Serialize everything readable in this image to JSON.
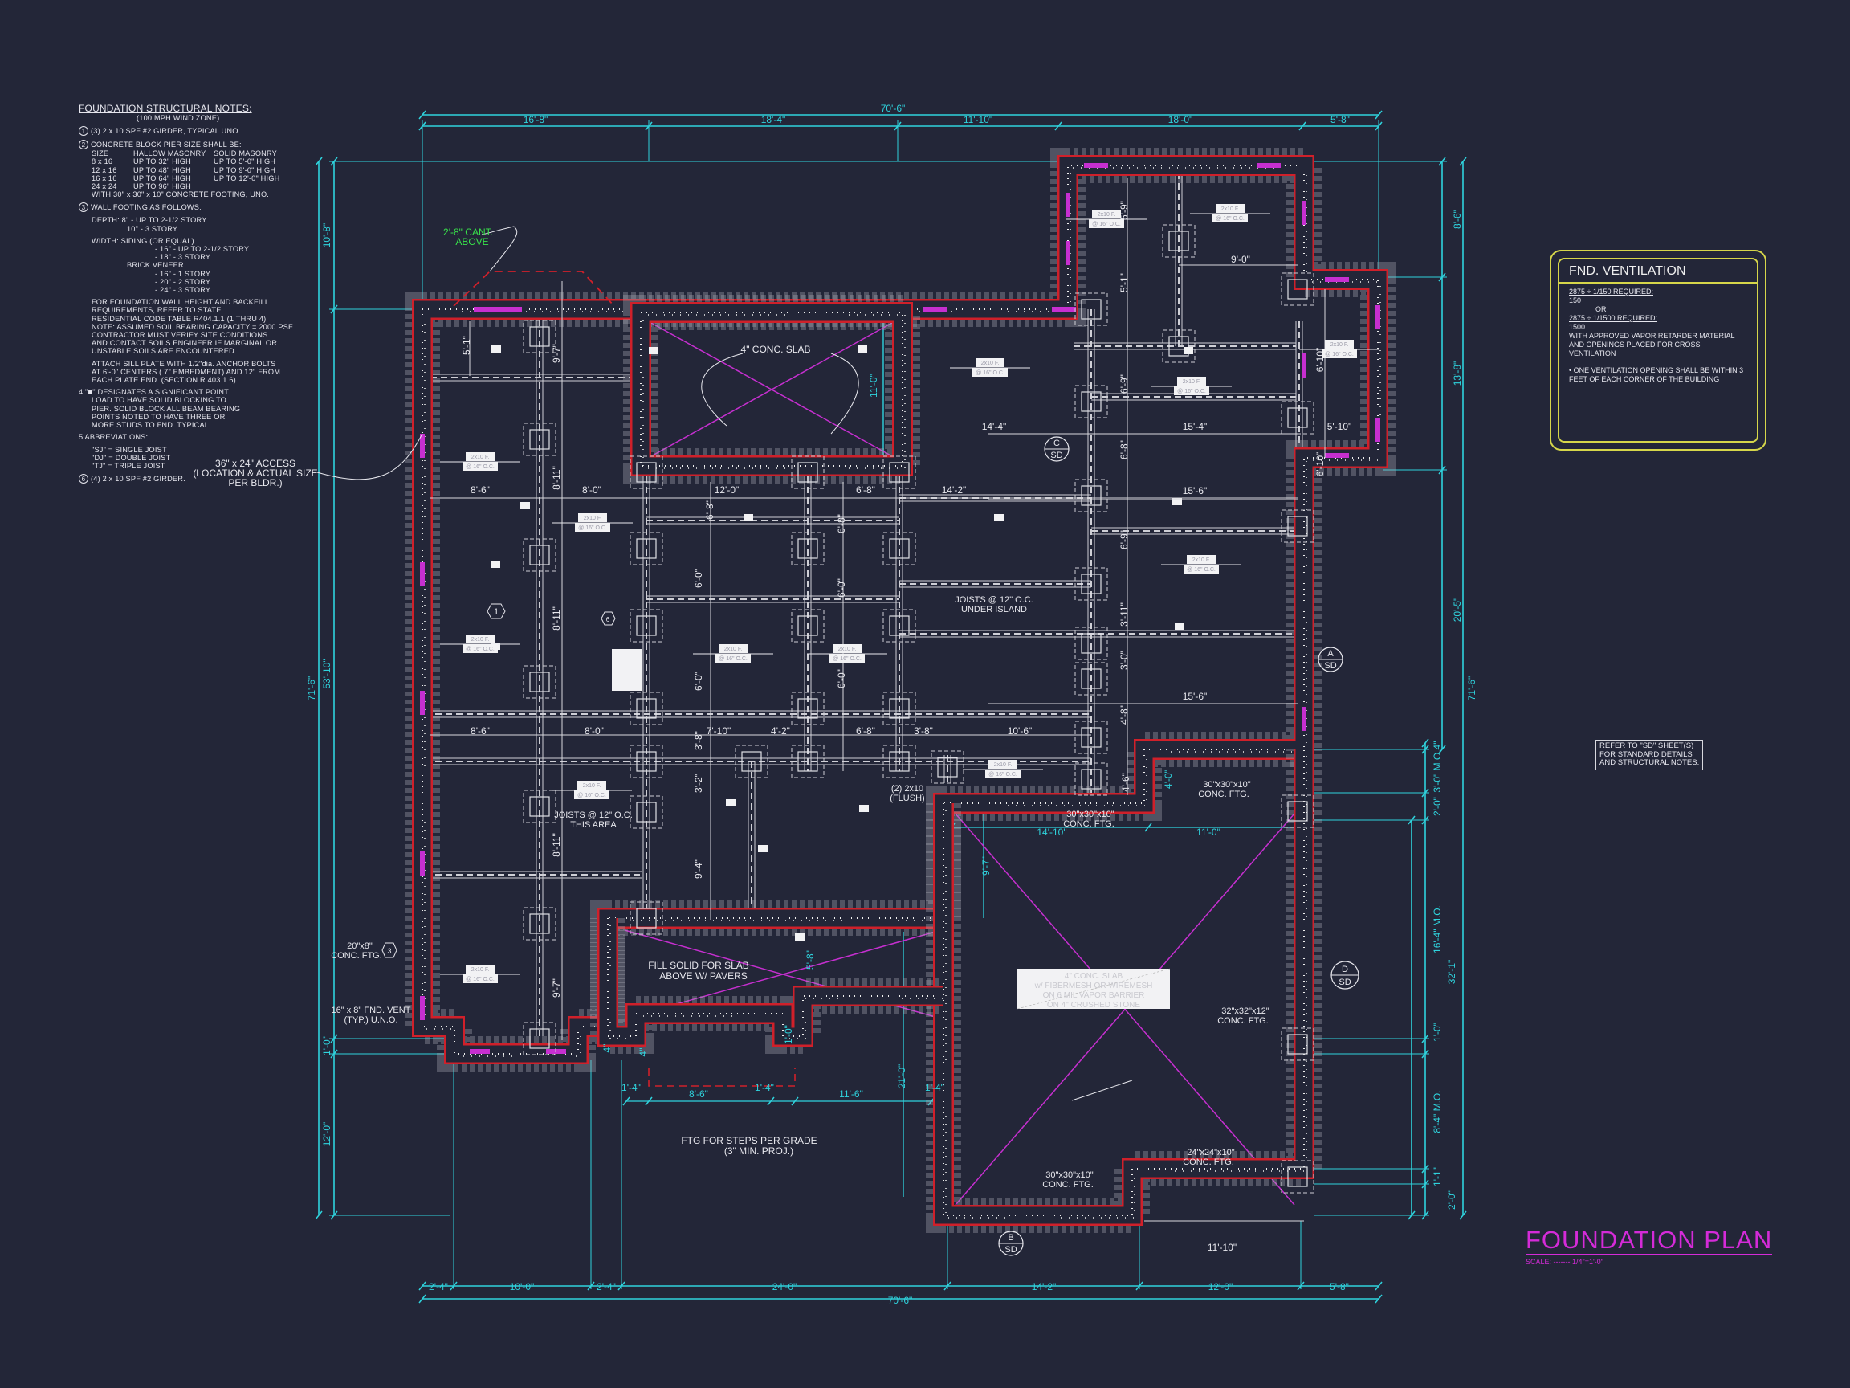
{
  "colors": {
    "background": "#232638",
    "wall": "#d0202a",
    "dimension": "#2fd3dd",
    "slab_x": "#c62fd0",
    "title": "#d42bd8",
    "ventilation_box": "#d6d64a",
    "cantilever_note": "#38e04a"
  },
  "title": {
    "main": "FOUNDATION PLAN",
    "scale": "SCALE: ------- 1/4\"=1'-0\""
  },
  "notes": {
    "title": "FOUNDATION STRUCTURAL NOTES:",
    "subtitle": "(100 MPH WIND ZONE)",
    "n1_marker": "1",
    "n1": "(3) 2 x 10 SPF #2 GIRDER, TYPICAL UNO.",
    "n2_marker": "2",
    "n2": "CONCRETE BLOCK PIER SIZE SHALL BE:",
    "pier_table": {
      "headers": [
        "SIZE",
        "HALLOW MASONRY",
        "SOLID MASONRY"
      ],
      "rows": [
        [
          "8 x 16",
          "UP TO 32\" HIGH",
          "UP TO 5'-0\" HIGH"
        ],
        [
          "12 x 16",
          "UP TO 48\" HIGH",
          "UP TO 9'-0\" HIGH"
        ],
        [
          "16 x 16",
          "UP TO 64\" HIGH",
          "UP TO 12'-0\" HIGH"
        ],
        [
          "24 x 24",
          "UP TO 96\" HIGH",
          ""
        ]
      ]
    },
    "n2_footing": "WITH 30\" x 30\" x 10\" CONCRETE FOOTING, UNO.",
    "n3_marker": "3",
    "n3": "WALL FOOTING AS FOLLOWS:",
    "depth": [
      "DEPTH:  8\" - UP TO 2-1/2 STORY",
      "10\" - 3 STORY"
    ],
    "width": [
      "WIDTH:  SIDING (OR EQUAL)",
      "- 16\" - UP TO 2-1/2 STORY",
      "- 18\" - 3 STORY",
      "BRICK VENEER",
      "- 16\" - 1 STORY",
      "- 20\" - 2 STORY",
      "- 24\" - 3 STORY"
    ],
    "para1": [
      "FOR FOUNDATION WALL HEIGHT AND BACKFILL",
      "REQUIREMENTS, REFER TO STATE",
      "RESIDENTIAL CODE TABLE R404.1.1 (1 THRU 4)",
      "NOTE: ASSUMED SOIL BEARING CAPACITY = 2000 PSF.",
      "CONTRACTOR MUST VERIFY SITE CONDITIONS",
      "AND CONTACT SOILS ENGINEER IF MARGINAL OR",
      "UNSTABLE SOILS ARE ENCOUNTERED."
    ],
    "para2": [
      "ATTACH SILL PLATE WITH 1/2\"dia. ANCHOR BOLTS",
      "AT 6'-0\" CENTERS ( 7\" EMBEDMENT) AND 12\" FROM",
      "EACH PLATE END. (SECTION R 403.1.6)"
    ],
    "n4": [
      "4  \"■\" DESIGNATES A SIGNIFICANT POINT",
      "LOAD TO HAVE SOLID BLOCKING TO",
      "PIER. SOLID BLOCK ALL BEAM BEARING",
      "POINTS NOTED TO HAVE THREE OR",
      "MORE STUDS TO FND. TYPICAL."
    ],
    "n5": "5  ABBREVIATIONS:",
    "abbr": [
      "\"SJ\" = SINGLE JOIST",
      "\"DJ\" = DOUBLE JOIST",
      "\"TJ\" = TRIPLE JOIST"
    ],
    "n6_marker": "6",
    "n6": "(4) 2 x 10 SPF #2 GIRDER."
  },
  "ventilation": {
    "title": "FND. VENTILATION",
    "line1": "2875 ÷ 1/150 REQUIRED:",
    "val1": "150",
    "or": "OR",
    "line2": "2875 ÷ 1/1500 REQUIRED:",
    "val2": "1500",
    "note": "WITH APPROVED VAPOR RETARDER MATERIAL AND OPENINGS PLACED FOR CROSS VENTILATION",
    "bullet": "• ONE VENTILATION OPENING SHALL BE WITHIN 3 FEET OF EACH CORNER OF THE BUILDING"
  },
  "refer_note": [
    "REFER TO \"SD\" SHEET(S)",
    "FOR STANDARD DETAILS",
    "AND STRUCTURAL NOTES."
  ],
  "dims": {
    "top_total": "70'-6\"",
    "top": [
      "16'-8\"",
      "18'-4\"",
      "11'-10\"",
      "18'-0\"",
      "5'-8\""
    ],
    "bottom_total": "70'-6\"",
    "bottom": [
      "2'-4\"",
      "10'-0\"",
      "2'-4\"",
      "24'-0\"",
      "14'-2\"",
      "12'-0\"",
      "5'-8\""
    ],
    "left_total": "71'-6\"",
    "left": [
      "10'-8\"",
      "53'-10\"",
      "1'-0\"",
      "12'-0\""
    ],
    "right_total": "71'-6\"",
    "right": [
      "8'-6\"",
      "13'-8\"",
      "20'-5\""
    ],
    "right_inner": [
      "4\"",
      "3'-0\" M.O.",
      "2'-0\"",
      "16'-4\" M.O.",
      "32'-1\"",
      "1'-0\"",
      "8'-4\" M.O.",
      "1'-1\"",
      "2'-0\""
    ],
    "interior": [
      "8'-6\"",
      "8'-0\"",
      "12'-0\"",
      "6'-8\"",
      "14'-2\"",
      "14'-4\"",
      "15'-4\"",
      "5'-10\"",
      "15'-6\"",
      "15'-6\"",
      "9'-0\"",
      "8'-6\"",
      "8'-0\"",
      "7'-10\"",
      "4'-2\"",
      "6'-8\"",
      "3'-8\"",
      "10'-6\"",
      "14'-10\"",
      "11'-0\"",
      "5'-1\"",
      "9'-7\"",
      "8'-11\"",
      "8'-11\"",
      "8'-11\"",
      "9'-7\"",
      "6'-8\"",
      "6'-0\"",
      "6'-0\"",
      "6'-8\"",
      "6'-0\"",
      "6'-0\"",
      "5'-9\"",
      "5'-1\"",
      "6'-9\"",
      "6'-8\"",
      "6'-9\"",
      "3'-11\"",
      "3'-0\"",
      "4'-8\"",
      "6'-10\"",
      "6'-10\"",
      "11'-0\"",
      "9'-4\"",
      "3'-2\"",
      "3'-8\"",
      "8'-6\"",
      "11'-6\"",
      "1'-4\"",
      "1'-4\"",
      "1'-4\"",
      "21'-0\"",
      "5'-8\"",
      "9'-7\"",
      "4'-0\"",
      "11'-10\"",
      "4'-6\"",
      "1'-0\"",
      "4\"",
      "4\""
    ]
  },
  "callouts": {
    "cantilever": [
      "2'-8\" CANT.",
      "ABOVE"
    ],
    "porch_slab": "4\" CONC. SLAB",
    "access": [
      "36\" x 24\" ACCESS",
      "(LOCATION & ACTUAL SIZE",
      "PER BLDR.)"
    ],
    "joists_island": [
      "JOISTS @ 12\" O.C.",
      "UNDER ISLAND"
    ],
    "joists_area": [
      "JOISTS @ 12\" O.C.",
      "THIS AREA"
    ],
    "flush": [
      "(2) 2x10",
      "(FLUSH)"
    ],
    "ftg_30_a": [
      "30\"x30\"x10\"",
      "CONC. FTG."
    ],
    "ftg_30_b": [
      "30\"x30\"x10\"",
      "CONC. FTG."
    ],
    "ftg_30_c": [
      "30\"x30\"x10\"",
      "CONC. FTG."
    ],
    "ftg_32": [
      "32\"x32\"x12\"",
      "CONC. FTG."
    ],
    "ftg_24": [
      "24\"x24\"x10\"",
      "CONC. FTG."
    ],
    "ftg_20x8": [
      "20\"x8\"",
      "CONC. FTG."
    ],
    "fnd_vent": [
      "16\" x 8\" FND. VENT",
      "(TYP.) U.N.O."
    ],
    "fill_solid": [
      "FILL SOLID FOR SLAB",
      "ABOVE W/ PAVERS"
    ],
    "steps": [
      "FTG FOR STEPS PER GRADE",
      "(3\" MIN. PROJ.)"
    ],
    "garage_slab": [
      "4\" CONC. SLAB",
      "w/ FIBERMESH OR WIREMESH",
      "ON 6 MIL VAPOR BARRIER",
      "ON 4\" CRUSHED STONE"
    ],
    "joist_tag": [
      "2x10 F.",
      "@ 16\" O.C."
    ],
    "hex_tags": [
      "1",
      "6",
      "3"
    ]
  },
  "sections": [
    {
      "letter": "C",
      "sheet": "SD"
    },
    {
      "letter": "A",
      "sheet": "SD"
    },
    {
      "letter": "D",
      "sheet": "SD"
    },
    {
      "letter": "B",
      "sheet": "SD"
    }
  ]
}
